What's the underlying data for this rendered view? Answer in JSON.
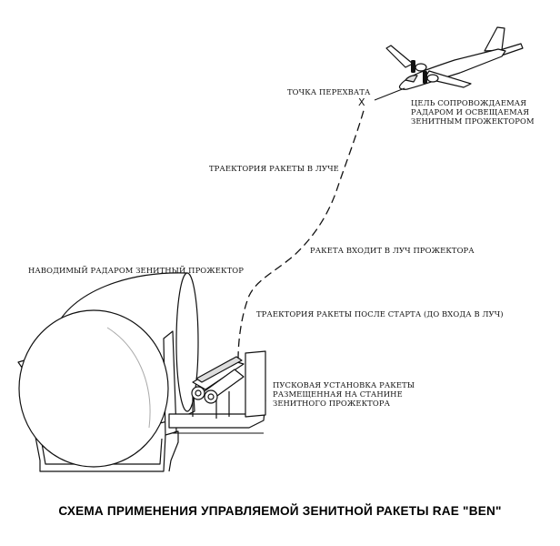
{
  "labels": {
    "intercept_point": "ТОЧКА ПЕРЕХВАТА",
    "target": "ЦЕЛЬ СОПРОВОЖДАЕМАЯ\nРАДАРОМ И ОСВЕЩАЕМАЯ\nЗЕНИТНЫМ ПРОЖЕКТОРОМ",
    "trajectory_in_beam": "ТРАЕКТОРИЯ РАКЕТЫ В ЛУЧЕ",
    "enters_beam": "РАКЕТА ВХОДИТ В ЛУЧ ПРОЖЕКТОРА",
    "searchlight": "НАВОДИМЫЙ РАДАРОМ ЗЕНИТНЫЙ ПРОЖЕКТОР",
    "trajectory_after_launch": "ТРАЕКТОРИЯ РАКЕТЫ ПОСЛЕ СТАРТА (ДО ВХОДА В ЛУЧ)",
    "launcher": "ПУСКОВАЯ УСТАНОВКА РАКЕТЫ\nРАЗМЕЩЕННАЯ НА СТАНИНЕ\nЗЕНИТНОГО ПРОЖЕКТОРА",
    "intercept_mark": "X"
  },
  "title": "СХЕМА ПРИМЕНЕНИЯ УПРАВЛЯЕМОЙ ЗЕНИТНОЙ РАКЕТЫ RAE \"BEN\""
}
